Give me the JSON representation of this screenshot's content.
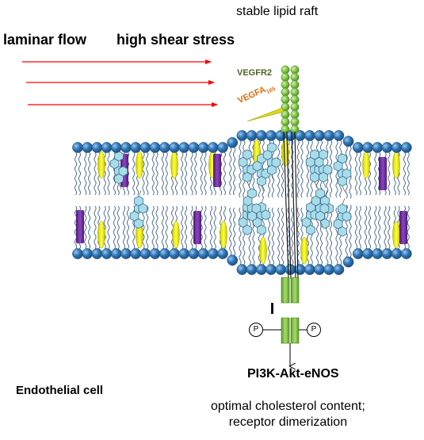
{
  "labels": {
    "stable_lipid_raft": "stable lipid raft",
    "laminar_flow": "laminar flow",
    "high_shear_stress": "high shear stress",
    "vegfr2": "VEGFR2",
    "vegfa_main": "VEGFA",
    "vegfa_sub": "165",
    "pi3k_akt_enos": "PI3K-Akt-eNOS",
    "endothelial_cell": "Endothelial cell",
    "optimal_line1": "optimal cholesterol content;",
    "optimal_line2": "receptor dimerization",
    "phospho_left": "P",
    "phospho_right": "P"
  },
  "colors": {
    "flow_arrow": "#ff0000",
    "lipid_head": "#2e75b6",
    "lipid_head_dark": "#1f4e79",
    "cholesterol": "#a9dcea",
    "cholesterol_stroke": "#3a6f8c",
    "yellow_protein": "#ffff00",
    "purple_protein": "#7030a0",
    "receptor_bead": "#7dc243",
    "receptor_segment": "#92d050",
    "vegfr2_text": "#4f6228",
    "vegfa_text": "#e46c0a",
    "ligand": "#d8d820"
  },
  "icons": [
    "lipid-bilayer-icon",
    "cholesterol-ring-icon",
    "receptor-dimer-icon",
    "phosphate-icon",
    "flow-arrow-icon"
  ]
}
